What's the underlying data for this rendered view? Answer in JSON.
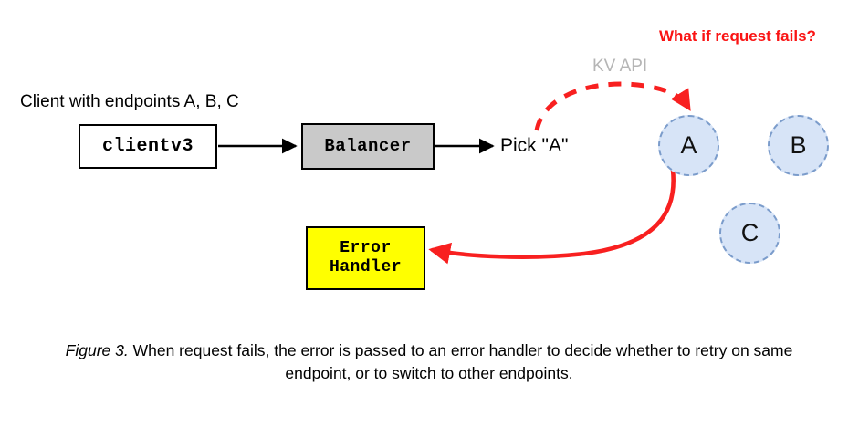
{
  "diagram": {
    "title": "etcd clientv3 balancer request failure flow",
    "labels": {
      "client_endpoints": "Client with endpoints A, B, C",
      "pick_a": "Pick \"A\"",
      "kv_api": "KV API",
      "what_if_fails": "What if request fails?"
    },
    "boxes": [
      {
        "id": "clientv3",
        "label": "clientv3",
        "fill": "#ffffff",
        "stroke": "#000000"
      },
      {
        "id": "balancer",
        "label": "Balancer",
        "fill": "#c9c9c9",
        "stroke": "#000000"
      },
      {
        "id": "error-handler",
        "line1": "Error",
        "line2": "Handler",
        "fill": "#ffff00",
        "stroke": "#000000"
      }
    ],
    "endpoints": [
      {
        "id": "a",
        "label": "A",
        "fill": "#d7e4f7",
        "stroke": "#7b9ccb"
      },
      {
        "id": "b",
        "label": "B",
        "fill": "#d7e4f7",
        "stroke": "#7b9ccb"
      },
      {
        "id": "c",
        "label": "C",
        "fill": "#d7e4f7",
        "stroke": "#7b9ccb"
      }
    ],
    "connectors": [
      {
        "id": "clientv3-to-balancer",
        "style": "solid",
        "color": "#000000"
      },
      {
        "id": "balancer-to-pick-a",
        "style": "solid",
        "color": "#000000"
      },
      {
        "id": "pick-a-to-endpoint-a",
        "style": "dashed",
        "color": "#f82020",
        "annotation": "KV API"
      },
      {
        "id": "endpoint-a-to-error-handler",
        "style": "solid",
        "color": "#f82020"
      }
    ],
    "colors": {
      "error_red": "#f82020",
      "alert_red": "#fa1414",
      "endpoint_fill": "#d7e4f7",
      "endpoint_stroke": "#7b9ccb",
      "balancer_fill": "#c9c9c9",
      "handler_fill": "#ffff00",
      "kv_api_gray": "#b5b5b5"
    }
  },
  "caption": {
    "figure_label": "Figure 3.",
    "text": " When request fails, the error is passed to an error handler to decide whether to retry on same endpoint, or to switch to other endpoints."
  }
}
